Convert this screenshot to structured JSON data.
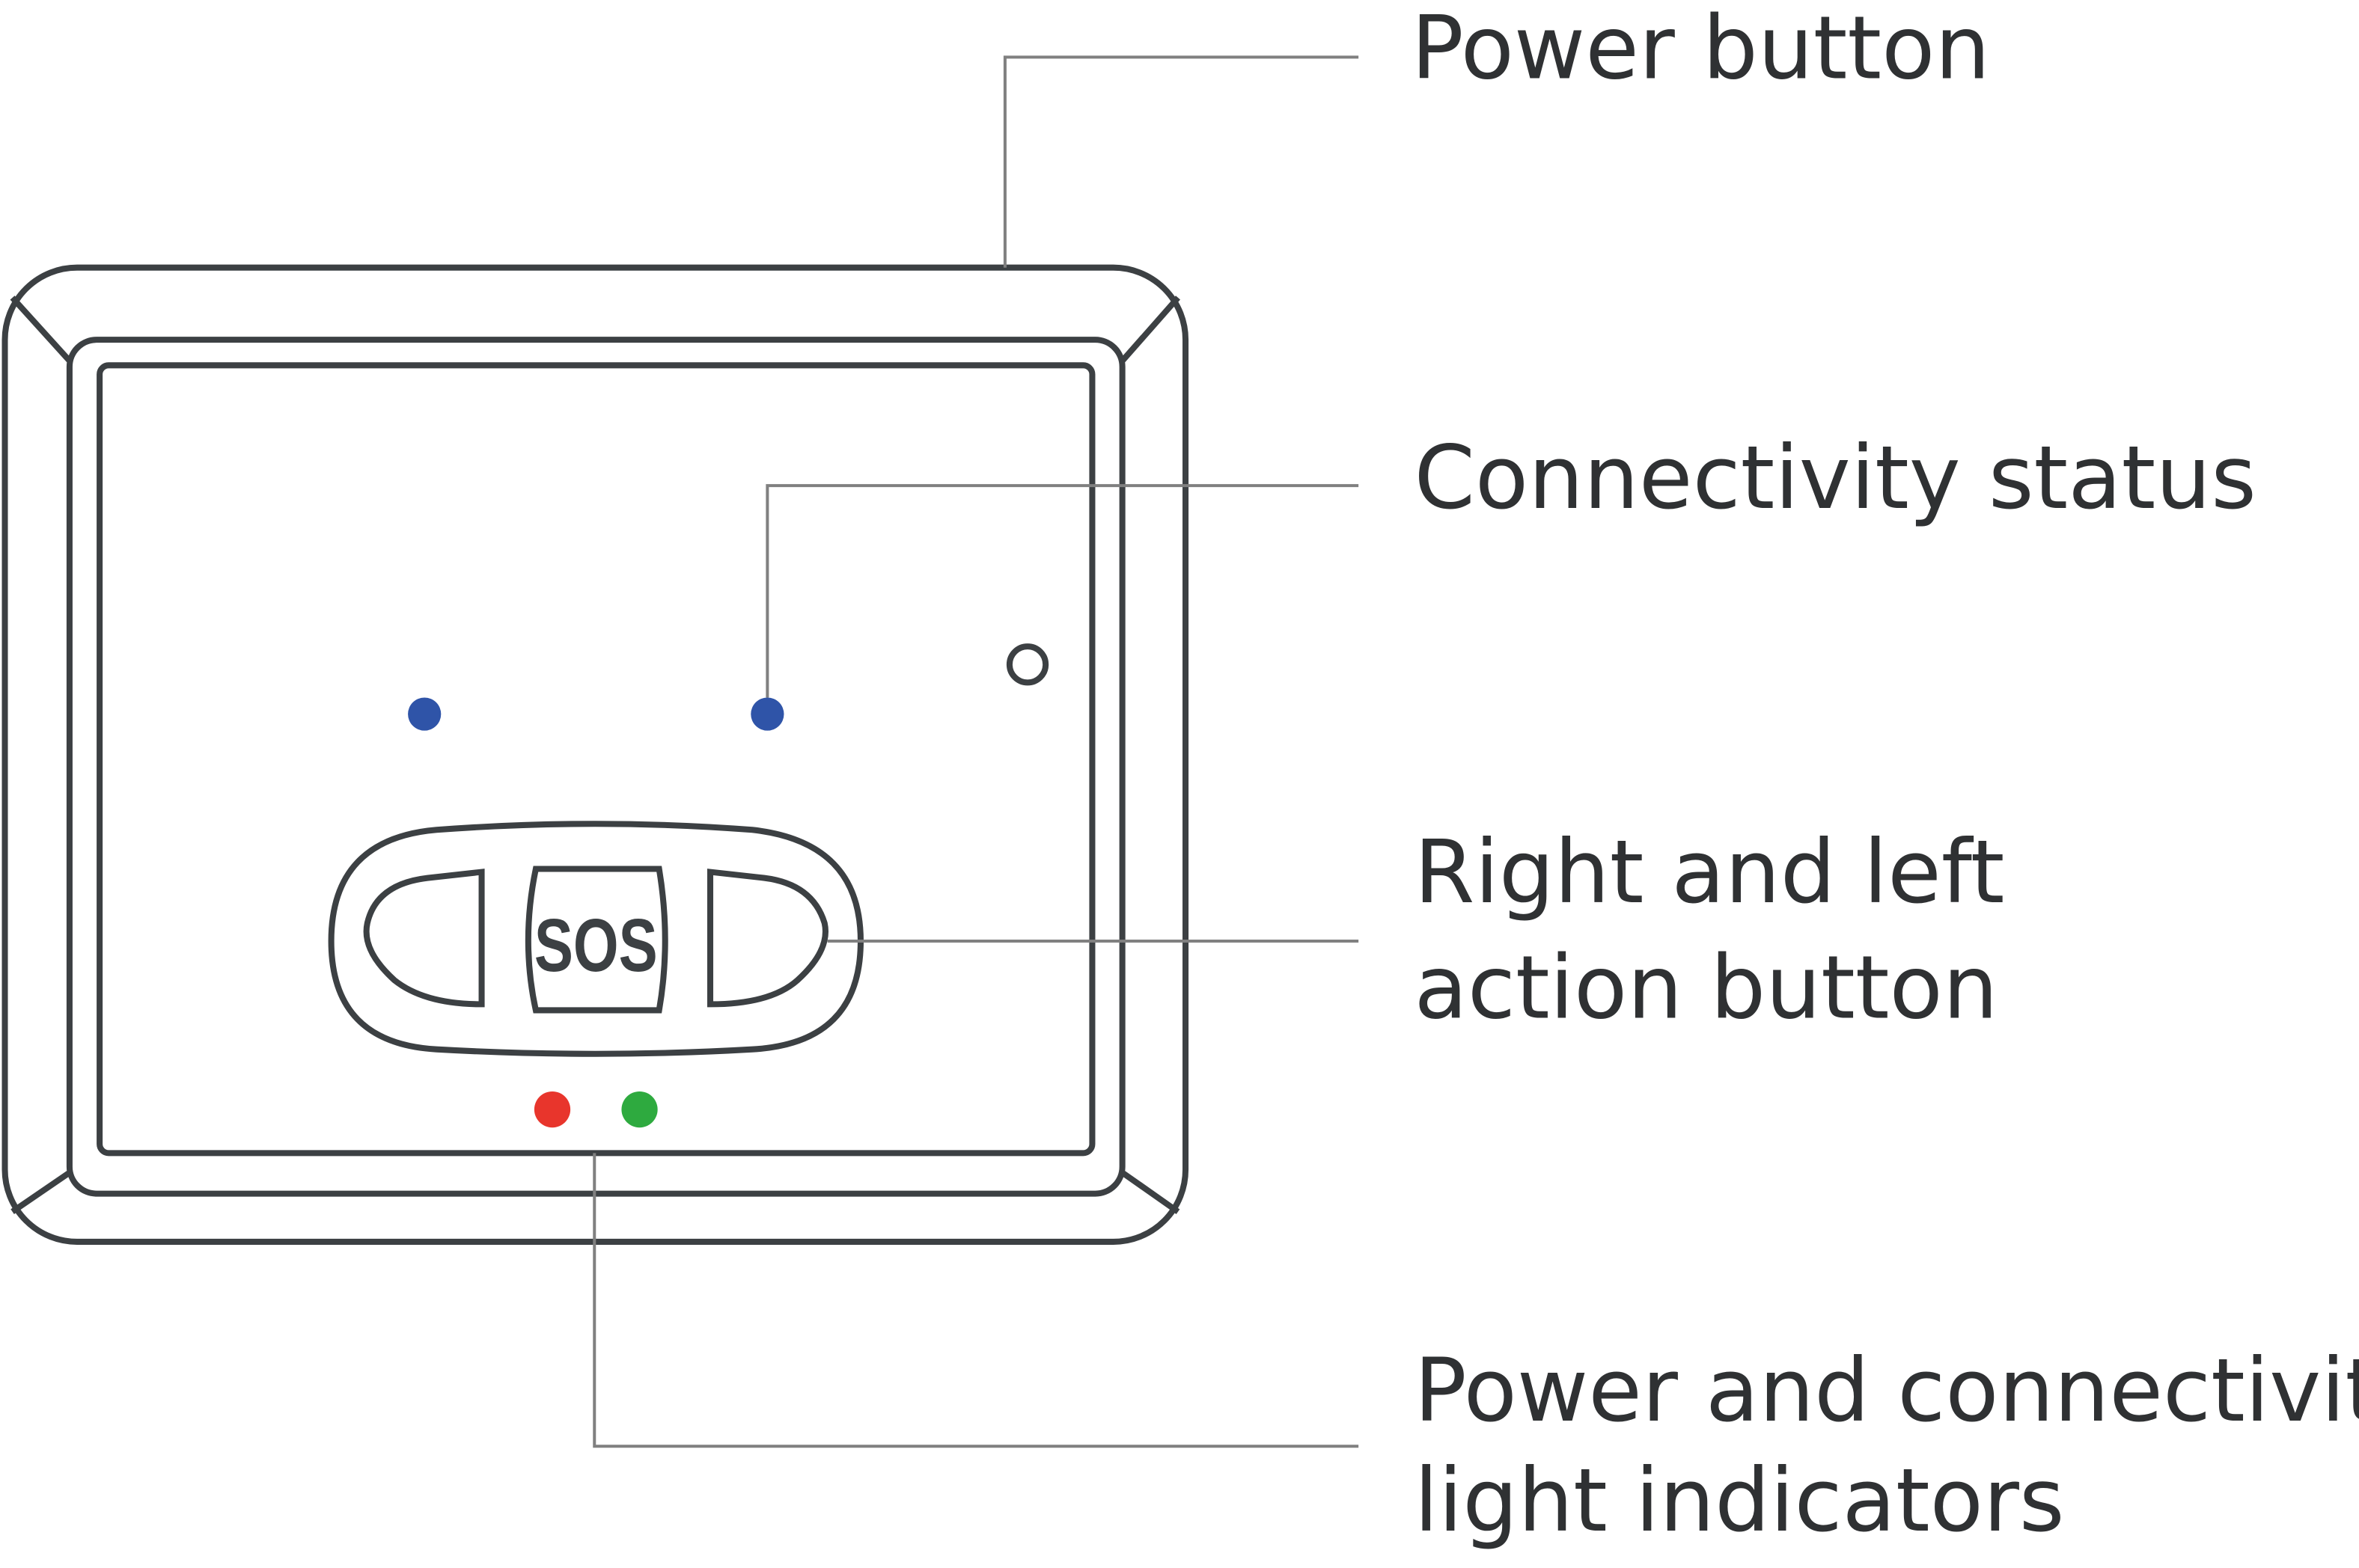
{
  "labels": {
    "power_button": "Power button",
    "connectivity_status": "Connectivity status",
    "action_button_line1": "Right and left",
    "action_button_line2": "action button",
    "indicators_line1": "Power and connectivity",
    "indicators_line2": "light indicators"
  },
  "device": {
    "sos_label": "SOS"
  },
  "colors": {
    "status_led": "#2f54a8",
    "power_led": "#e8352c",
    "connectivity_led": "#2eaa3f",
    "outline": "#3c4043",
    "leader_line": "#808080"
  }
}
